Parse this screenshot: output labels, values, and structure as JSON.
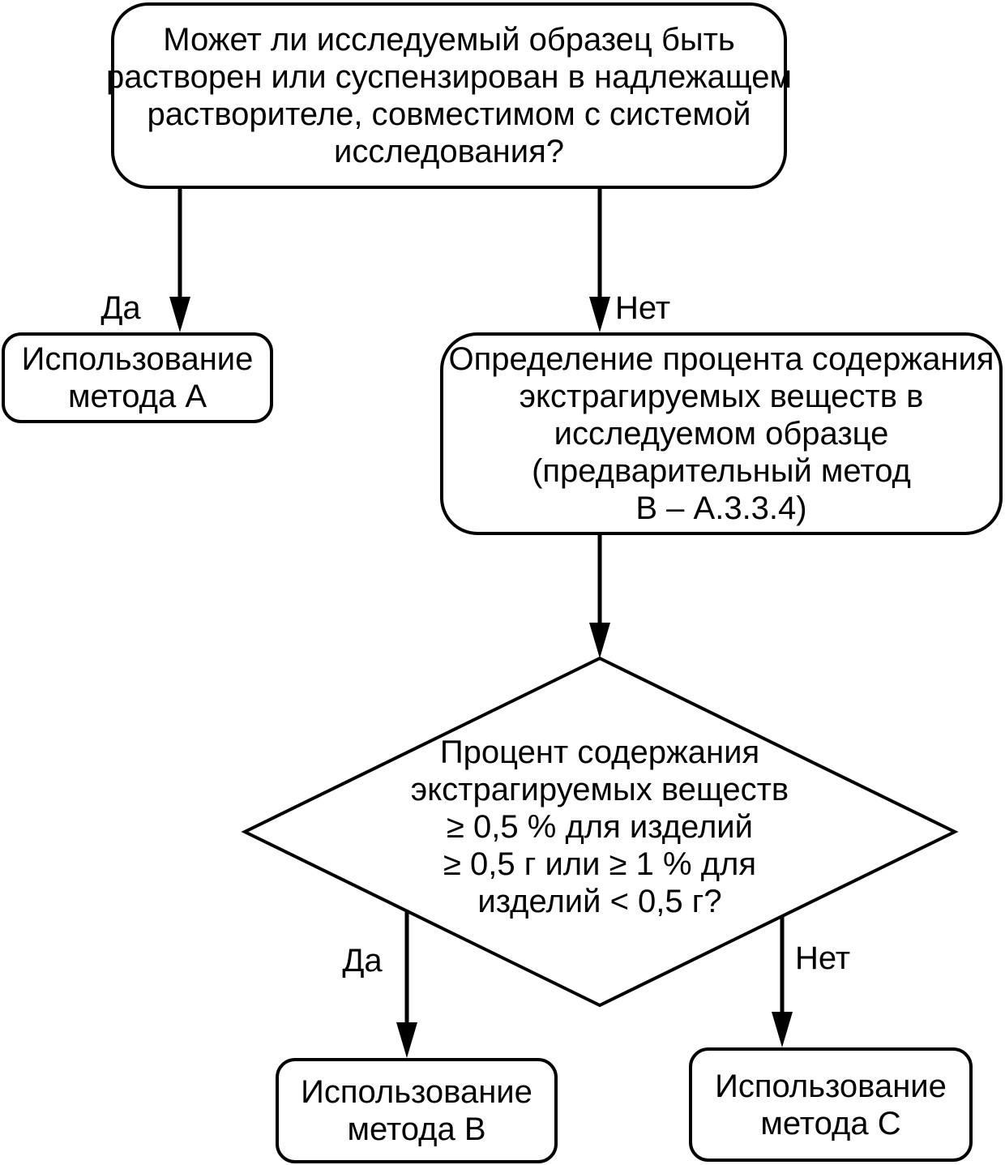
{
  "colors": {
    "line": "#000000",
    "background": "#ffffff"
  },
  "flowchart": {
    "solubility_question": {
      "lines": [
        "Может ли исследуемый образец быть",
        "растворен или суспензирован в надлежащем",
        "растворителе, совместимом с системой",
        "исследования?"
      ]
    },
    "method_a": {
      "lines": [
        "Использование",
        "метода А"
      ]
    },
    "extractables_determination": {
      "lines": [
        "Определение процента содержания",
        "экстрагируемых веществ в",
        "исследуемом образце",
        "(предварительный метод",
        "В – А.3.3.4)"
      ]
    },
    "extractables_decision": {
      "lines": [
        "Процент содержания",
        "экстрагируемых веществ",
        "≥ 0,5 % для изделий",
        "≥ 0,5 г или ≥ 1 % для",
        "изделий < 0,5 г?"
      ]
    },
    "method_b": {
      "lines": [
        "Использование",
        "метода В"
      ]
    },
    "method_c": {
      "lines": [
        "Использование",
        "метода С"
      ]
    },
    "labels": {
      "yes1": "Да",
      "no1": "Нет",
      "yes2": "Да",
      "no2": "Нет"
    }
  }
}
